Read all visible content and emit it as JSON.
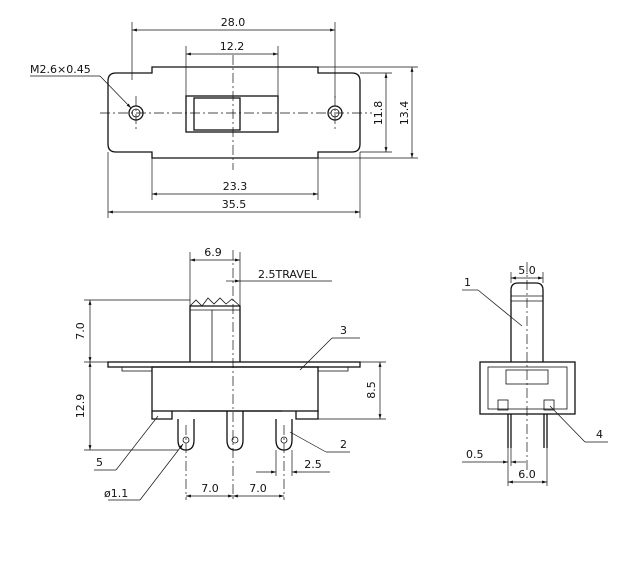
{
  "top_view": {
    "dim_overall_width": "28.0",
    "dim_slot_width": "12.2",
    "dim_hole_label": "M2.6×0.45",
    "dim_inner_height": "11.8",
    "dim_outer_height": "13.4",
    "dim_hole_spacing": "23.3",
    "dim_flange_width": "35.5"
  },
  "side_view": {
    "dim_actuator_width": "6.9",
    "dim_travel": "2.5TRAVEL",
    "dim_actuator_height": "7.0",
    "dim_body_depth": "12.9",
    "dim_body_height": "8.5",
    "dim_pin_pitch_left": "7.0",
    "dim_pin_pitch_right": "7.0",
    "dim_pin_offset": "2.5",
    "dim_pin_hole": "ø1.1",
    "callout_3": "3",
    "callout_5": "5",
    "callout_2": "2"
  },
  "end_view": {
    "dim_actuator_width": "5.0",
    "dim_pin_thickness": "0.5",
    "dim_pin_spacing": "6.0",
    "callout_1": "1",
    "callout_4": "4"
  }
}
